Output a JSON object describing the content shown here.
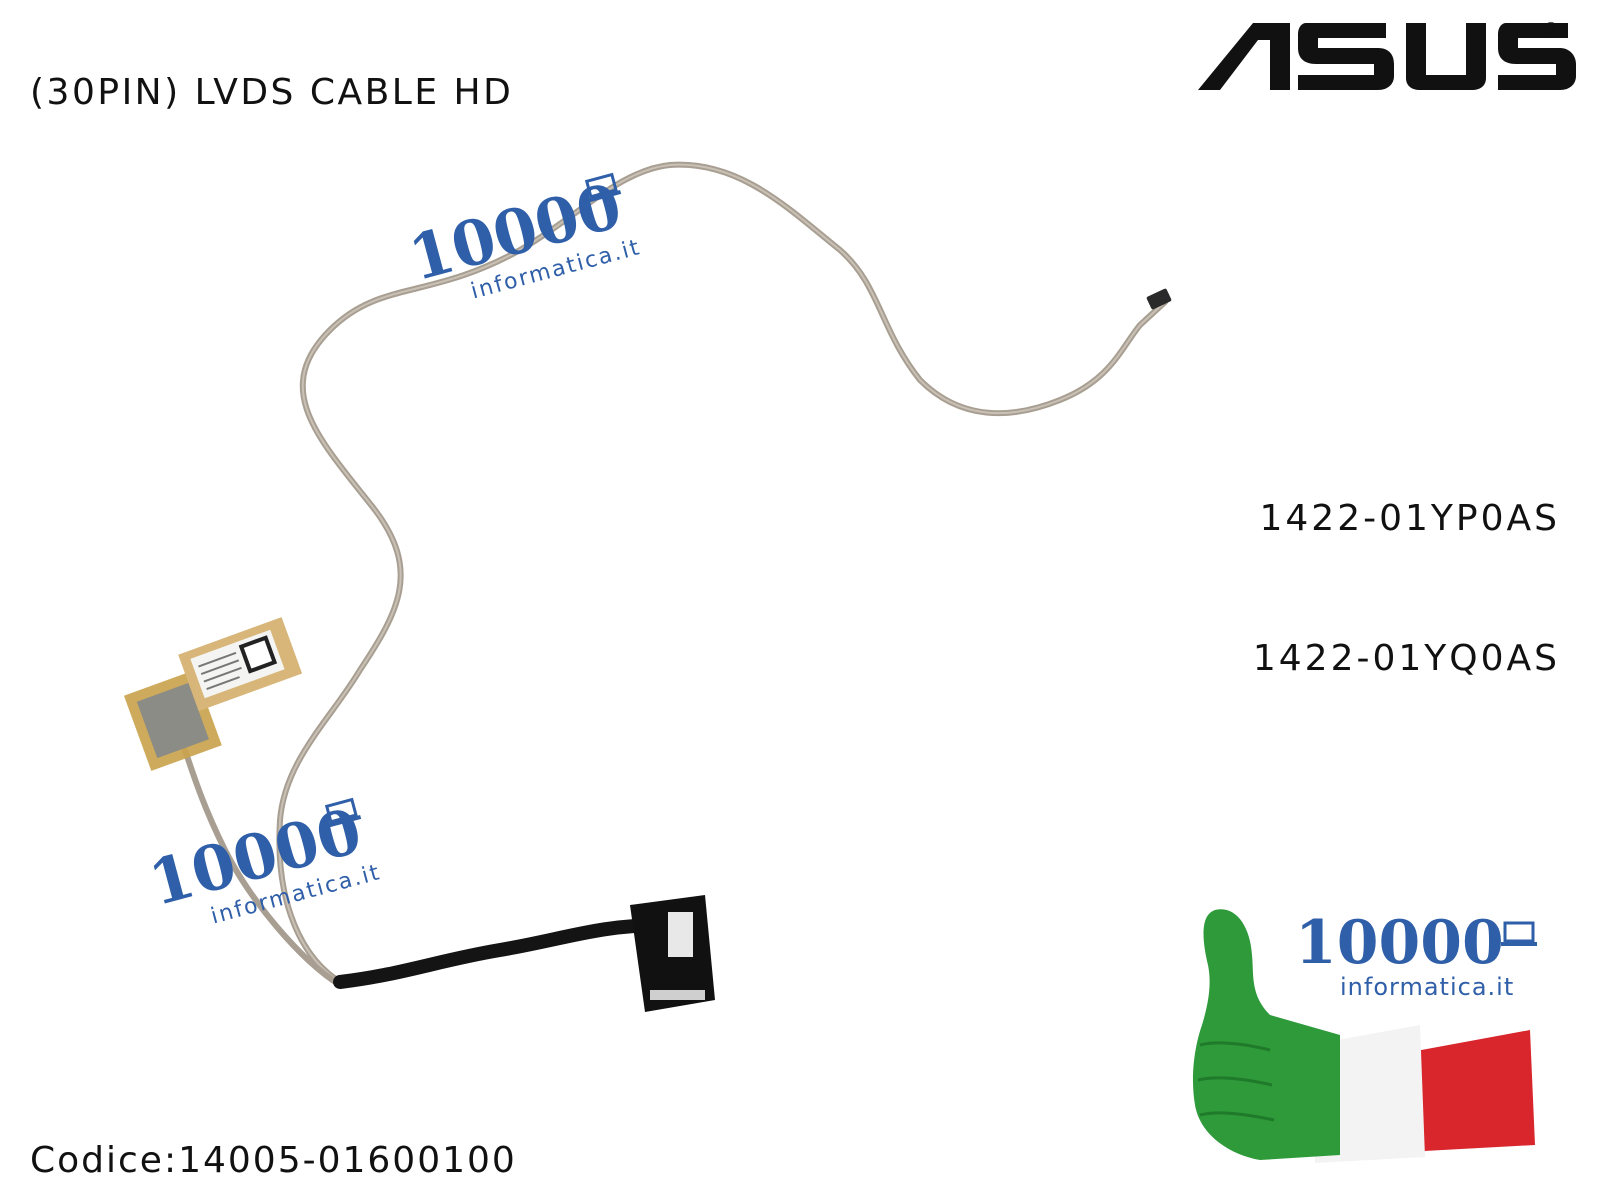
{
  "product": {
    "title": "(30PIN) LVDS CABLE HD",
    "brand": "ASUS",
    "part_numbers": [
      "1422-01YP0AS",
      "1422-01YQ0AS"
    ],
    "code_label": "Codice:14005-01600100"
  },
  "watermark": {
    "number": "10000",
    "domain": "informatica.it"
  },
  "colors": {
    "watermark_blue": "#2f5fa8",
    "flag_green": "#2e9a3a",
    "flag_white": "#f3f3f3",
    "flag_red": "#d9262c",
    "cable_beige": "#a89f92",
    "cable_black": "#141414"
  }
}
